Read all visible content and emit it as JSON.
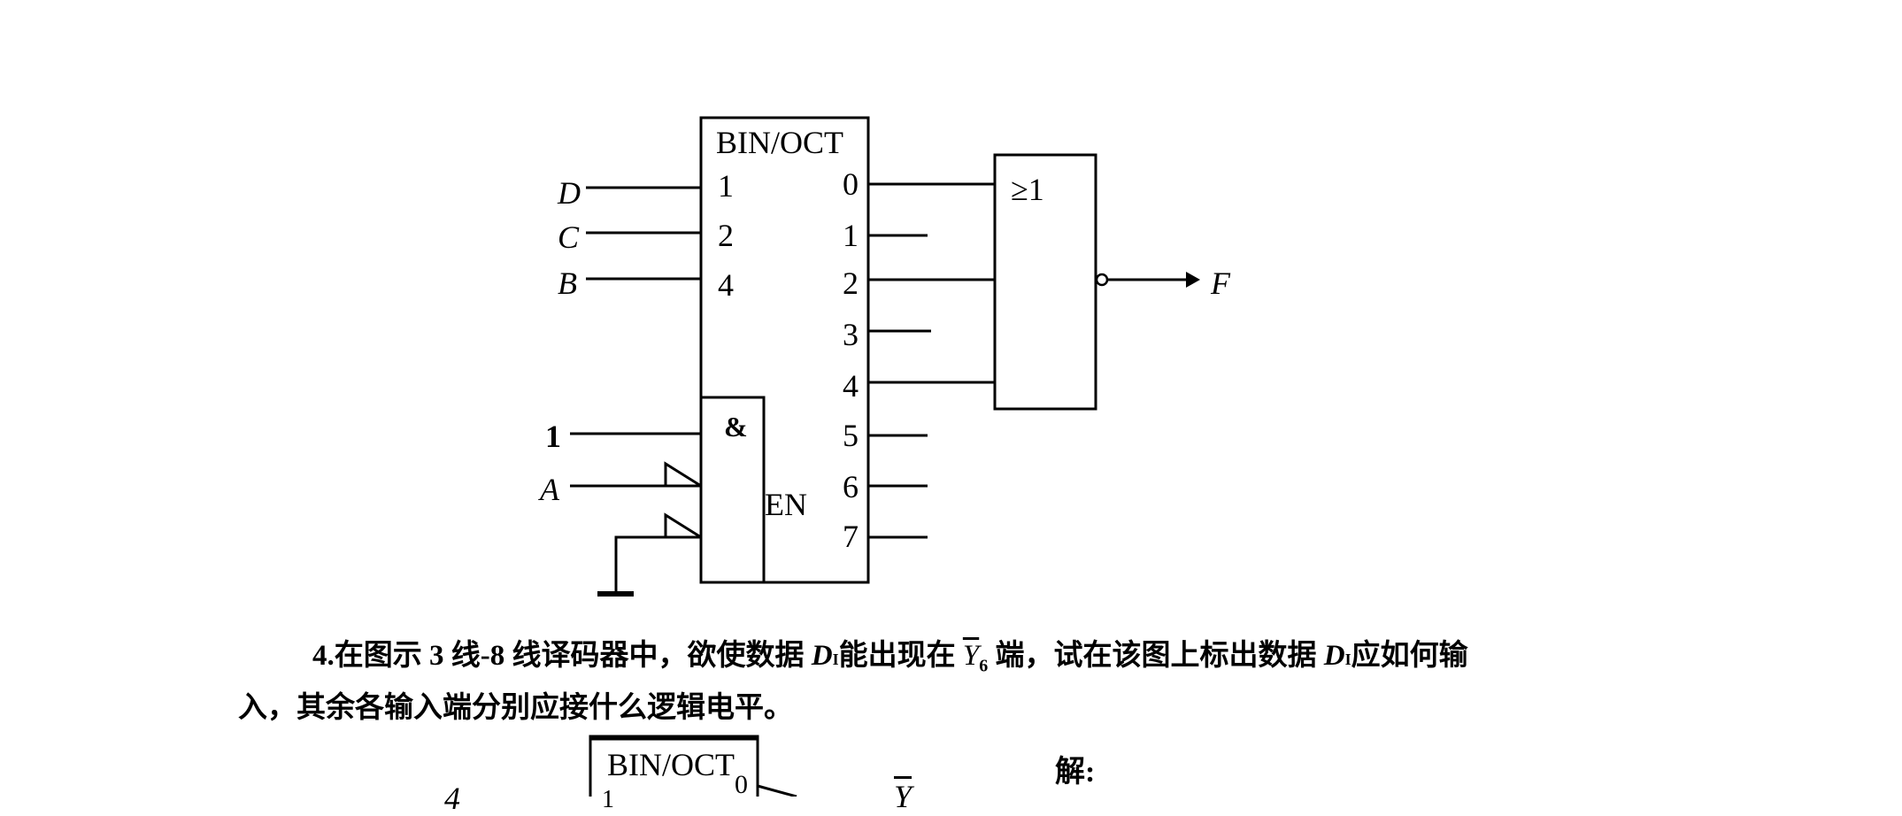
{
  "figure1": {
    "decoder_label": "BIN/OCT",
    "inputs": [
      {
        "signal": "D",
        "weight": "1"
      },
      {
        "signal": "C",
        "weight": "2"
      },
      {
        "signal": "B",
        "weight": "4"
      }
    ],
    "outputs": [
      "0",
      "1",
      "2",
      "3",
      "4",
      "5",
      "6",
      "7"
    ],
    "and_label": "&",
    "en_label": "EN",
    "enable_inputs": [
      "1",
      "A"
    ],
    "or_gate_label": "≥1",
    "output_label": "F"
  },
  "question": {
    "line1_a": "4.在图示 3 线-8 线译码器中，欲使数据 ",
    "di": "D",
    "di_sub": "I",
    "line1_b": "能出现在 ",
    "y": "Y",
    "y_sub": "6",
    "line1_c": " 端，试在该图上标出数据 ",
    "line1_d": "应如何输",
    "line2": "入，其余各输入端分别应接什么逻辑电平。"
  },
  "figure2": {
    "decoder_label": "BIN/OCT",
    "input_label": "4",
    "weight": "1",
    "output": "0",
    "y": "Y"
  },
  "answer_label": "解:"
}
